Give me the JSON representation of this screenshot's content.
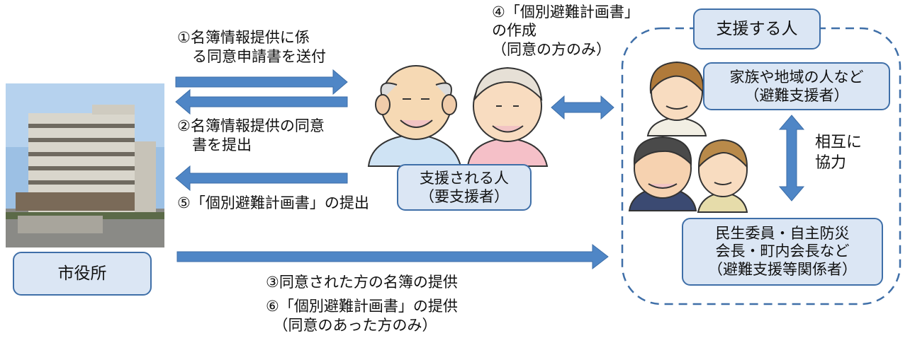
{
  "labels": {
    "city_hall": "市役所",
    "supported_person": "支援される人\n（要支援者）",
    "supporters_header": "支援する人",
    "family_box": "家族や地域の人など\n（避難支援者）",
    "officials_box": "民生委員・自主防災\n会長・町内会長など\n（避難支援等関係者）",
    "mutual": "相互に\n協力"
  },
  "steps": {
    "s1": "①名簿情報提供に係\n　る同意申請書を送付",
    "s2": "②名簿情報提供の同意\n　書を提出",
    "s3": "③同意された方の名簿の提供",
    "s4": "④「個別避難計画書」\nの作成\n（同意の方のみ）",
    "s5": "⑤「個別避難計画書」の提出",
    "s6": "⑥「個別避難計画書」の提供\n　（同意のあった方のみ）"
  },
  "colors": {
    "arrow": "#4f86c6",
    "box_fill": "#dbe6f4",
    "box_border": "#3f6fa8",
    "dashed": "#3f6fa8"
  }
}
